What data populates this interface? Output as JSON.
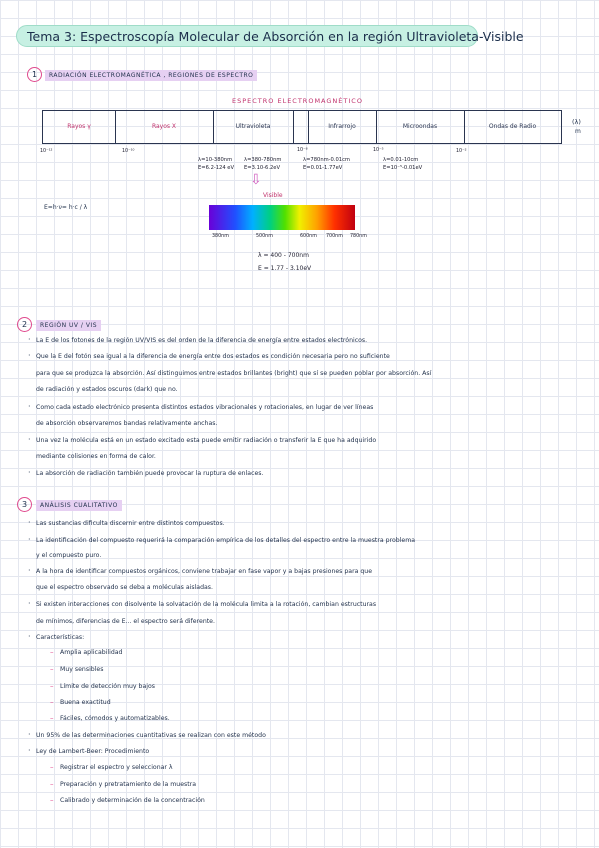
{
  "title": "Tema 3: Espectroscopía Molecular de Absorción en la región Ultravioleta-Visible",
  "section1": {
    "number": "1",
    "heading": "RADIACIÓN ELECTROMAGNÉTICA , REGIONES DE ESPECTRO",
    "spectrum_title": "ESPECTRO ELECTROMAGNÉTICO",
    "regions": [
      "Rayos γ",
      "Rayos X",
      "Ultravioleta",
      "",
      "Infrarrojo",
      "Microondas",
      "Ondas de Radio"
    ],
    "scale_labels": [
      "10⁻¹²",
      "10⁻¹⁰",
      "10⁻⁸",
      "10⁻⁵",
      "10⁻²"
    ],
    "right_note": "(λ)",
    "right_unit": "m",
    "uv_range": "λ=10-380nm",
    "uv_energy": "E=6.2-124 eV",
    "vis_range": "λ=380-780nm",
    "vis_energy": "E=3.10-6.2eV",
    "ir_range": "λ=780nm-0.01cm",
    "ir_energy": "E=0.01-1.77eV",
    "mw_range": "λ=0.01-10cm",
    "mw_energy": "E=10⁻⁵-0.01eV",
    "visible_label": "Visible",
    "energy_formula": "E=h·ν= h·c / λ",
    "wavelength_ticks": [
      "380nm",
      "500nm",
      "600nm",
      "700nm",
      "780nm"
    ],
    "visible_range": "λ = 400 - 700nm",
    "visible_energy": "E = 1.77 - 3.10eV"
  },
  "section2": {
    "number": "2",
    "heading": "REGIÓN UV / VIS",
    "lines": [
      "La E de los fotones de la región UV/VIS es del orden de la diferencia de energía entre estados electrónicos.",
      "Que la E del fotón sea igual a la diferencia de energía entre dos estados es condición necesaria pero no suficiente",
      "para que se produzca la absorción. Así distinguimos entre estados brillantes (bright) que sí se pueden poblar por absorción. Así",
      "de radiación y estados oscuros (dark) que no.",
      "Como cada estado electrónico presenta distintos estados vibracionales y rotacionales, en lugar de ver líneas",
      "de absorción observaremos bandas relativamente anchas.",
      "Una vez la molécula está en un estado excitado esta puede emitir radiación o transferir la E que ha adquirido",
      "mediante colisiones en forma de calor.",
      "La absorción de radiación también puede provocar la ruptura de enlaces."
    ]
  },
  "section3": {
    "number": "3",
    "heading": "ANÁLISIS CUALITATIVO",
    "lines": [
      "Las sustancias dificulta discernir entre distintos compuestos.",
      "La identificación del compuesto requerirá la comparación empírica de los detalles del espectro entre la muestra problema",
      "y el compuesto puro.",
      "A la hora de identificar compuestos orgánicos, conviene trabajar en fase vapor y a bajas presiones para que",
      "que el espectro observado se deba a moléculas aisladas.",
      "Si existen interacciones con disolvente la solvatación de la molécula limita a la rotación, cambian estructuras",
      "de mínimos, diferencias de E... el espectro será diferente.",
      "Características:",
      "Amplia aplicabilidad",
      "Muy sensibles",
      "Límite de detección muy bajos",
      "Buena exactitud",
      "Fáciles, cómodos y automatizables.",
      "Un 95% de las determinaciones cuantitativas se realizan con este método",
      "Ley de Lambert-Beer: Procedimiento",
      "Registrar el espectro y seleccionar λ",
      "Preparación y pretratamiento de la muestra",
      "Calibrado y determinación de la concentración"
    ]
  }
}
